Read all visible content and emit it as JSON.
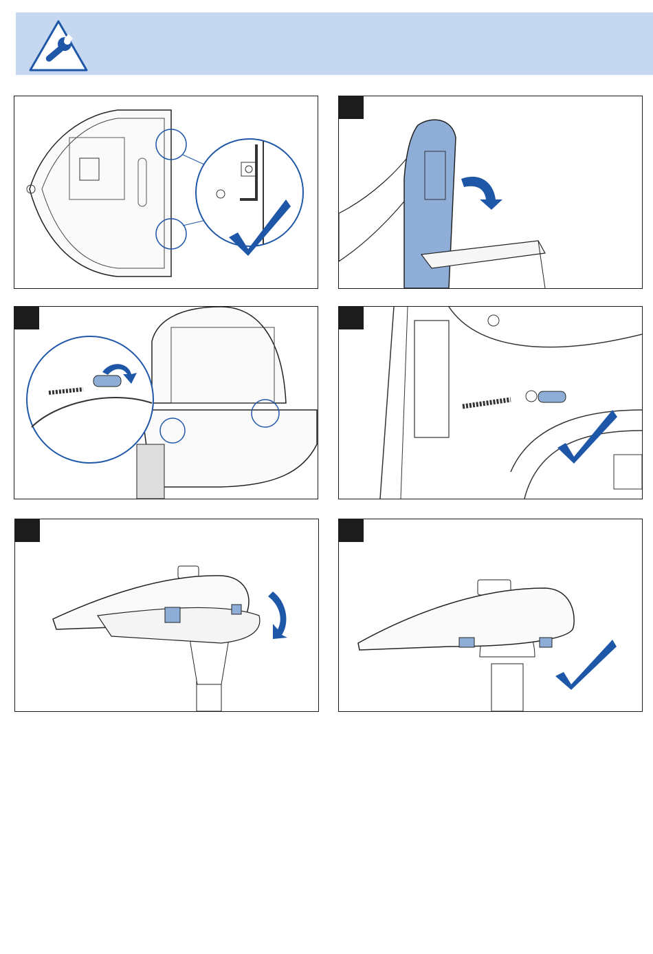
{
  "header": {
    "icon": "wrench-warning-icon",
    "colors": {
      "banner": "#c6d7f0",
      "accent": "#1f57a8",
      "step_tab": "#1c1c1c"
    }
  },
  "steps": [
    {
      "id": "panel-1",
      "has_tab": false,
      "icons": [
        "zoom-circle",
        "check-mark-icon"
      ]
    },
    {
      "id": "panel-2",
      "has_tab": true,
      "icons": [
        "curved-arrow-icon"
      ]
    },
    {
      "id": "panel-3",
      "has_tab": true,
      "icons": [
        "zoom-circle",
        "curved-arrow-icon"
      ]
    },
    {
      "id": "panel-4",
      "has_tab": true,
      "icons": [
        "check-mark-icon"
      ]
    },
    {
      "id": "panel-5",
      "has_tab": true,
      "icons": [
        "curved-arrow-icon"
      ]
    },
    {
      "id": "panel-6",
      "has_tab": true,
      "icons": [
        "check-mark-icon"
      ]
    }
  ]
}
